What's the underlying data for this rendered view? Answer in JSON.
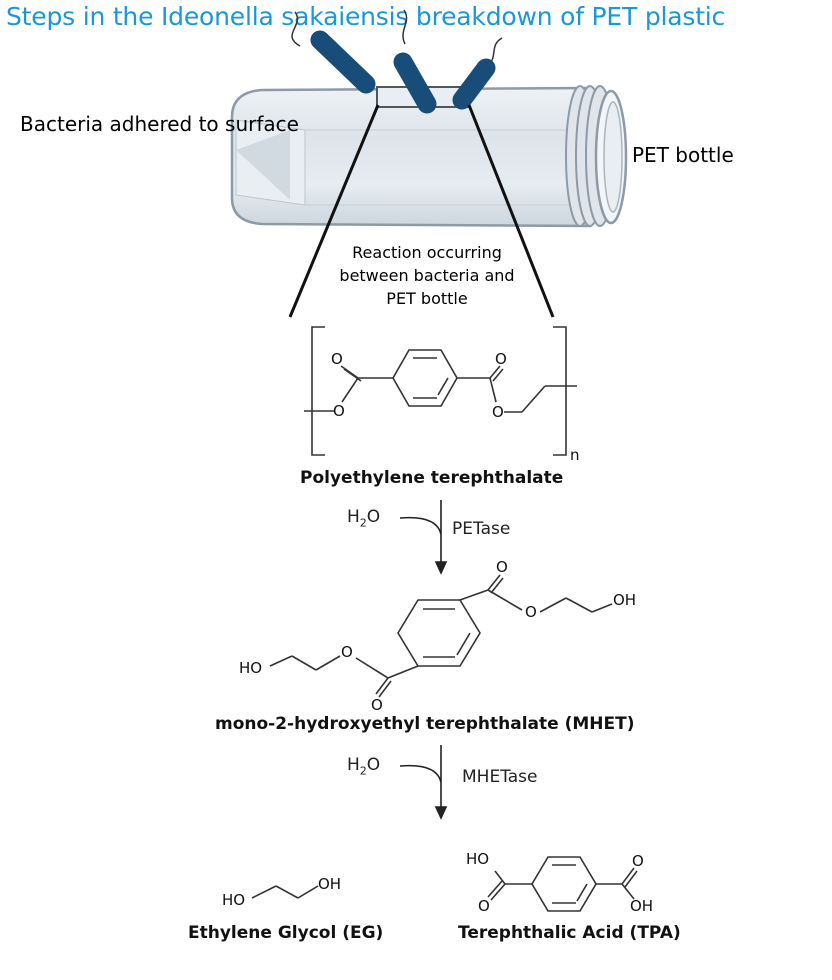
{
  "title": "Steps in the Ideonella sakaiensis breakdown of PET plastic",
  "colors": {
    "title": "#1a98d6",
    "bacteria": "#174d78",
    "bottle_body": "#d7dfe6",
    "bottle_edge": "#8e9aa6",
    "structure": "#333333"
  },
  "labels": {
    "bacteria": "Bacteria adhered to surface",
    "bottle": "PET bottle",
    "reaction_line1": "Reaction occurring",
    "reaction_line2": "between bacteria and",
    "reaction_line3": "PET bottle"
  },
  "steps": {
    "pet_name": "Polyethylene terephthalate",
    "pet_repeat": "n",
    "step1_reagent_base": "H",
    "step1_reagent_sub": "2",
    "step1_reagent_end": "O",
    "step1_enzyme": "PETase",
    "mhet_name": "mono-2-hydroxyethyl terephthalate (MHET)",
    "step2_reagent_base": "H",
    "step2_reagent_sub": "2",
    "step2_reagent_end": "O",
    "step2_enzyme": "MHETase",
    "eg_name": "Ethylene Glycol (EG)",
    "tpa_name": "Terephthalic Acid (TPA)"
  },
  "atoms": {
    "O": "O",
    "OH": "OH",
    "HO": "HO"
  }
}
